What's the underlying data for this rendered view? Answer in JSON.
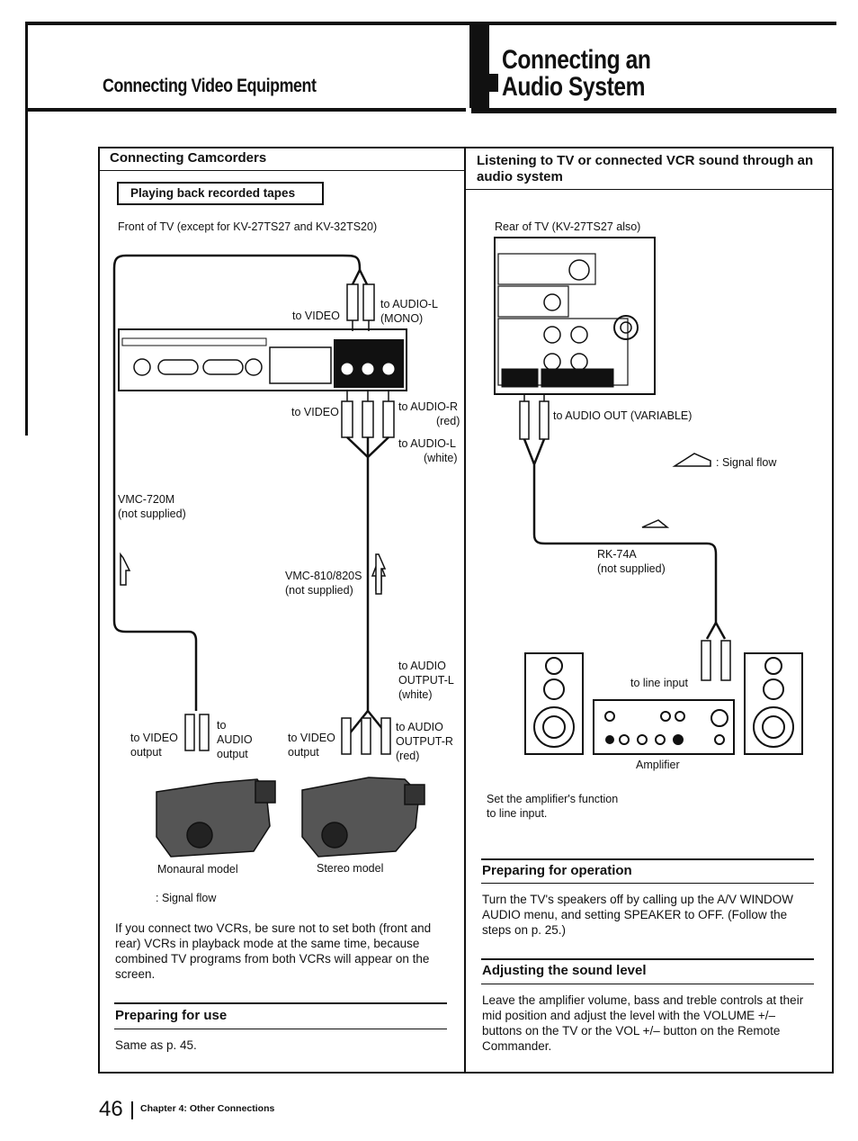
{
  "header": {
    "left_title": "Connecting Video Equipment",
    "right_title_line1": "Connecting an",
    "right_title_line2": "Audio System"
  },
  "left": {
    "section_title": "Connecting Camcorders",
    "subsection_title": "Playing back recorded tapes",
    "front_caption": "Front of TV (except for KV-27TS27 and KV-32TS20)",
    "diagram": {
      "to_video_top": "to VIDEO",
      "to_audio_l_top_1": "to AUDIO-L",
      "to_audio_l_top_2": "(MONO)",
      "to_video_mid": "to VIDEO",
      "to_audio_r_1": "to AUDIO-R",
      "to_audio_r_2": "(red)",
      "to_audio_l_1": "to AUDIO-L",
      "to_audio_l_2": "(white)",
      "vmc720_1": "VMC-720M",
      "vmc720_2": "(not supplied)",
      "vmc810_1": "VMC-810/820S",
      "vmc810_2": "(not supplied)",
      "to_audio_output_l_1": "to AUDIO",
      "to_audio_output_l_2": "OUTPUT-L",
      "to_audio_output_l_3": "(white)",
      "to_video_output_1": "to VIDEO",
      "to_video_output_2": "output",
      "to_audio_output_1": "to",
      "to_audio_output_2": "AUDIO",
      "to_audio_output_3": "output",
      "to_video_output_b1": "to VIDEO",
      "to_video_output_b2": "output",
      "to_audio_output_r_1": "to AUDIO",
      "to_audio_output_r_2": "OUTPUT-R",
      "to_audio_output_r_3": "(red)",
      "monaural_model": "Monaural model",
      "stereo_model": "Stereo model",
      "signal_flow": ": Signal flow"
    },
    "note": "If you connect two VCRs, be sure not to set both (front and rear) VCRs in playback mode at the same time, because combined TV programs from both VCRs will appear on the screen.",
    "preparing_title": "Preparing for use",
    "preparing_text": "Same as p. 45."
  },
  "right": {
    "section_title": "Listening to TV or connected VCR sound through an audio system",
    "rear_caption": "Rear of TV (KV-27TS27 also)",
    "diagram": {
      "to_audio_out": "to AUDIO OUT (VARIABLE)",
      "signal_flow": ": Signal flow",
      "rk74a_1": "RK-74A",
      "rk74a_2": "(not supplied)",
      "to_line_input": "to line input",
      "amplifier": "Amplifier"
    },
    "amp_note_1": "Set the amplifier's function",
    "amp_note_2": "to line input.",
    "prep_op_title": "Preparing for operation",
    "prep_op_text": "Turn the TV's speakers off by calling up the A/V WINDOW AUDIO menu, and setting SPEAKER to OFF. (Follow the steps on p. 25.)",
    "adjust_title": "Adjusting the sound level",
    "adjust_text": "Leave the amplifier volume, bass and treble controls at their mid position and adjust the level with the VOLUME +/– buttons on the TV or the VOL +/– button on the Remote Commander."
  },
  "footer": {
    "page_number": "46",
    "chapter": "Chapter 4: Other Connections"
  }
}
